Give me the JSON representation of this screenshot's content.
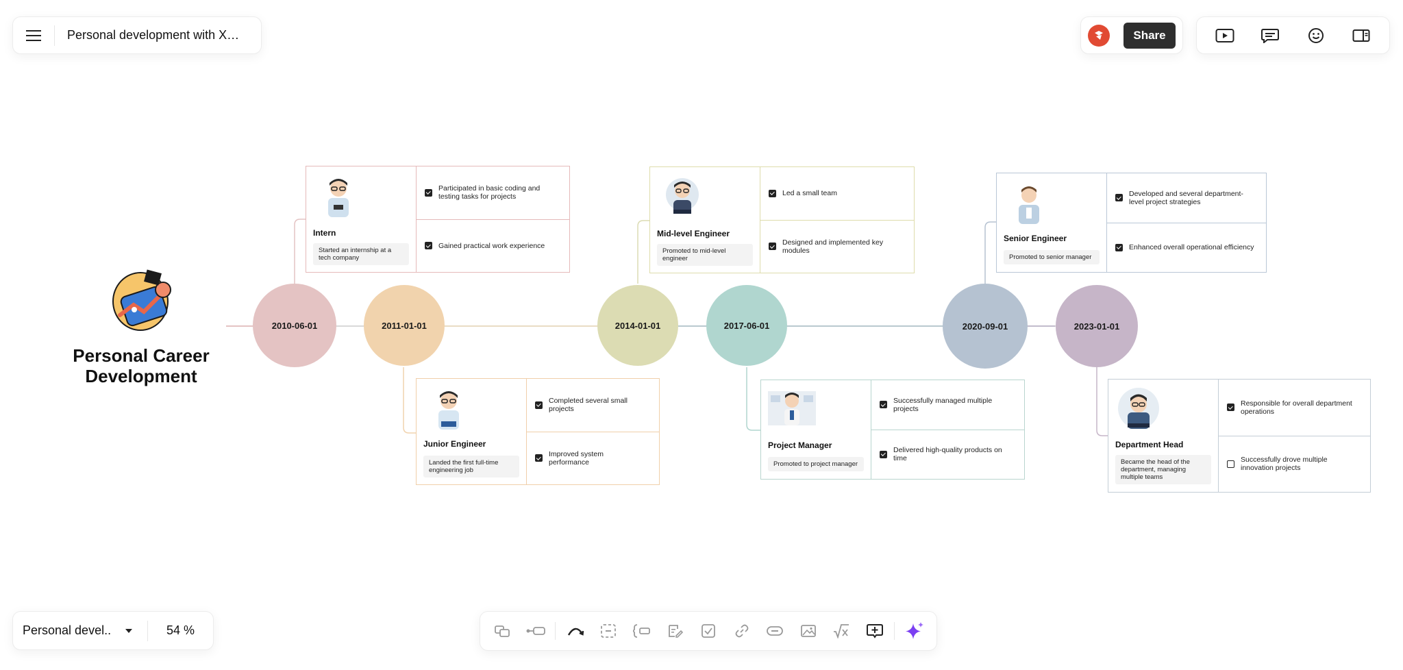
{
  "header": {
    "doc_title": "Personal development with Xmi...",
    "share_label": "Share"
  },
  "root": {
    "title_line1": "Personal Career",
    "title_line2": "Development"
  },
  "timeline": [
    {
      "date": "2010-06-01",
      "color": "#e4c3c3"
    },
    {
      "date": "2011-01-01",
      "color": "#f1d3ad"
    },
    {
      "date": "2014-01-01",
      "color": "#dcdcb3"
    },
    {
      "date": "2017-06-01",
      "color": "#b0d6cf"
    },
    {
      "date": "2020-09-01",
      "color": "#b5c2d1"
    },
    {
      "date": "2023-01-01",
      "color": "#c6b5c8"
    }
  ],
  "cards": [
    {
      "role": "Intern",
      "desc": "Started an internship at a tech company",
      "tasks": [
        {
          "text": "Participated in basic coding and testing tasks for projects",
          "checked": true
        },
        {
          "text": "Gained practical work experience",
          "checked": true
        }
      ],
      "border": "#e5b9b9"
    },
    {
      "role": "Junior Engineer",
      "desc": "Landed the first full-time engineering job",
      "tasks": [
        {
          "text": "Completed several small projects",
          "checked": true
        },
        {
          "text": "Improved system performance",
          "checked": true
        }
      ],
      "border": "#f0cfa9"
    },
    {
      "role": "Mid-level Engineer",
      "desc": "Promoted to mid-level engineer",
      "tasks": [
        {
          "text": "Led a small team",
          "checked": true
        },
        {
          "text": "Designed and implemented key modules",
          "checked": true
        }
      ],
      "border": "#dedcab"
    },
    {
      "role": "Project Manager",
      "desc": "Promoted to project manager",
      "tasks": [
        {
          "text": "Successfully managed multiple projects",
          "checked": true
        },
        {
          "text": "Delivered high-quality products on time",
          "checked": true
        }
      ],
      "border": "#b8d5ce"
    },
    {
      "role": "Senior Engineer",
      "desc": "Promoted to senior manager",
      "tasks": [
        {
          "text": "Developed and several department-level project strategies",
          "checked": true
        },
        {
          "text": "Enhanced overall operational efficiency",
          "checked": true
        }
      ],
      "border": "#b9c7d6"
    },
    {
      "role": "Department Head",
      "desc": "Became the head of the department, managing multiple teams",
      "tasks": [
        {
          "text": "Responsible for overall department operations",
          "checked": true
        },
        {
          "text": "Successfully drove multiple innovation projects",
          "checked": false
        }
      ],
      "border": "#c3cdd6"
    }
  ],
  "footer": {
    "view_label": "Personal devel...",
    "zoom": "54 %"
  },
  "icons": {
    "menu": "menu-icon",
    "present": "play-icon",
    "comment": "comment-icon",
    "emoji": "emoji-icon",
    "panel": "side-panel-icon"
  }
}
